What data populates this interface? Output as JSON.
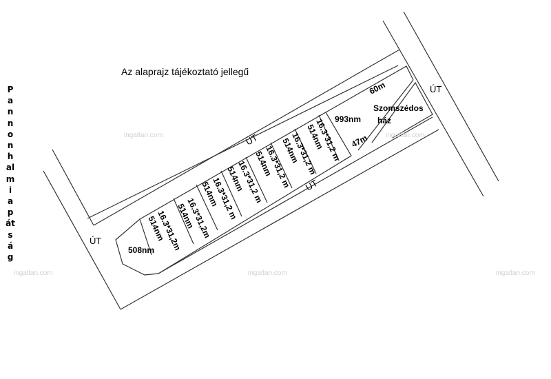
{
  "note": "Az alaprajz tájékoztató jellegű",
  "side_label": "Pannonhalmi apátság",
  "roads": [
    "ÚT",
    "ÚT",
    "ÚT",
    "ÚT"
  ],
  "plots": [
    {
      "size": "16.3*31,2m",
      "area": "514nm"
    },
    {
      "size": "16.3*31,2m",
      "area": "514nm"
    },
    {
      "size": "16.3*31,2 m",
      "area": "514nm"
    },
    {
      "size": "16.3*31,2 m",
      "area": "514nm"
    },
    {
      "size": "16.3*31,2 m",
      "area": "514nm"
    },
    {
      "size": "16.3*31,2 m",
      "area": "514nm"
    }
  ],
  "end_plot": {
    "area": "508nm"
  },
  "corner_plot": {
    "area": "993nm",
    "width": "60m",
    "depth": "47m"
  },
  "neighbor": {
    "line1": "Szomszédos",
    "line2": "ház"
  },
  "watermark": "ingatlan.com"
}
